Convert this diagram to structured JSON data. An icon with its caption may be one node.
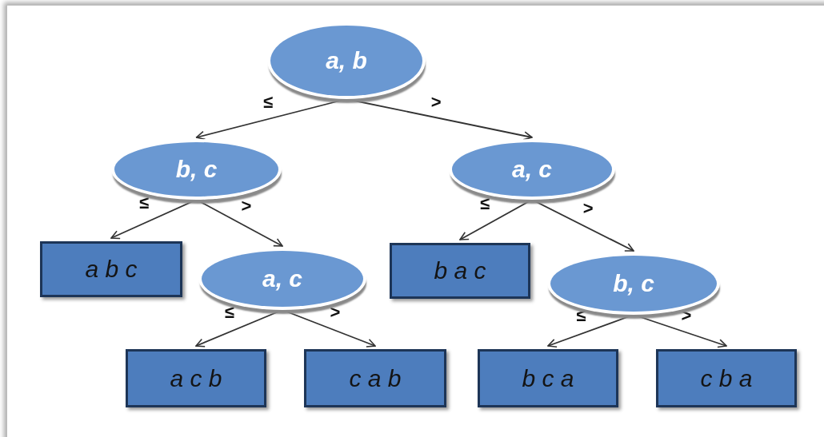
{
  "diagram": {
    "nodes": [
      {
        "text": [
          "a, b"
        ]
      },
      {
        "text": [
          "b, c"
        ]
      },
      {
        "text": [
          "a, c"
        ]
      },
      {
        "text": [
          "a b c"
        ]
      },
      {
        "text": [
          "a, c"
        ]
      },
      {
        "text": [
          "b a c"
        ]
      },
      {
        "text": [
          "b, c"
        ]
      },
      {
        "text": [
          "a c b"
        ]
      },
      {
        "text": [
          "c a b"
        ]
      },
      {
        "text": [
          "b c a"
        ]
      },
      {
        "text": [
          "c b a"
        ]
      }
    ],
    "edges": [
      {
        "from": 0,
        "to": 1,
        "arrow": "to",
        "label": "≤"
      },
      {
        "from": 0,
        "to": 2,
        "arrow": "to",
        "label": ">"
      },
      {
        "from": 1,
        "to": 3,
        "arrow": "to",
        "label": "≤"
      },
      {
        "from": 1,
        "to": 4,
        "arrow": "to",
        "label": ">"
      },
      {
        "from": 2,
        "to": 5,
        "arrow": "to",
        "label": "≤"
      },
      {
        "from": 2,
        "to": 6,
        "arrow": "to",
        "label": ">"
      },
      {
        "from": 4,
        "to": 7,
        "arrow": "to",
        "label": "≤"
      },
      {
        "from": 4,
        "to": 8,
        "arrow": "to",
        "label": ">"
      },
      {
        "from": 6,
        "to": 9,
        "arrow": "to",
        "label": "≤"
      },
      {
        "from": 6,
        "to": 10,
        "arrow": "to",
        "label": ">"
      }
    ]
  }
}
